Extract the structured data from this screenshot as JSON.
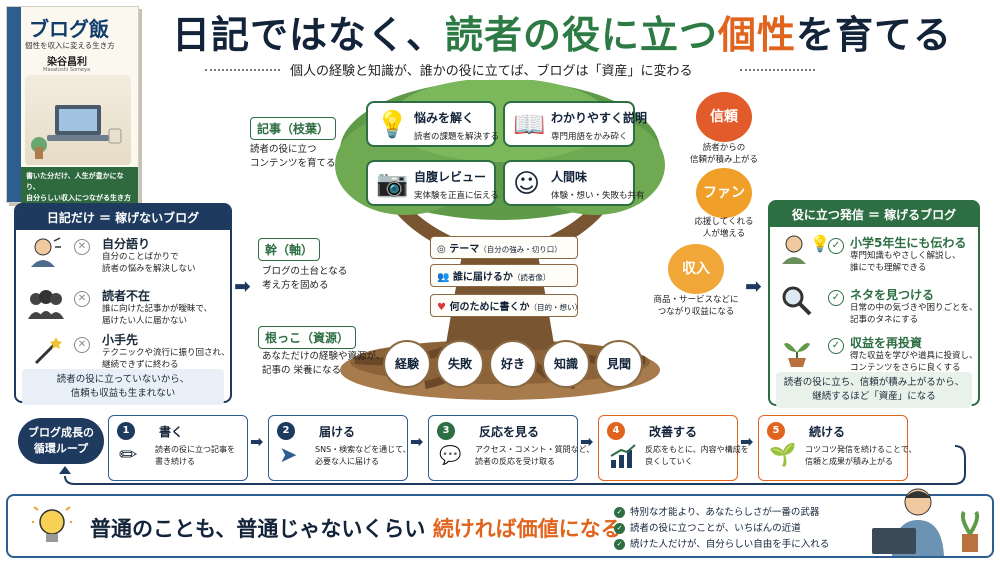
{
  "book": {
    "title": "ブログ飯",
    "subtitle": "個性を収入に変える生き方",
    "author": "染谷昌利",
    "author_roman": "Masatoshi Someya",
    "band_line1": "書いた分だけ、人生が豊かになり、",
    "band_line2": "自分らしい収入につながる生き方へ。"
  },
  "header": {
    "title_part1": "日記ではなく、",
    "title_part2": "読者の役に立つ",
    "title_part3": "個性",
    "title_part4": "を育てる",
    "subtitle": "個人の経験と知識が、誰かの役に立てば、ブログは「資産」に変わる"
  },
  "left_panel": {
    "heading": "日記だけ ＝ 稼げないブログ",
    "items": [
      {
        "title": "自分語り",
        "desc1": "自分のことばかりで",
        "desc2": "読者の悩みを解決しない"
      },
      {
        "title": "読者不在",
        "desc1": "誰に向けた記事かが曖昧で、",
        "desc2": "届けたい人に届かない"
      },
      {
        "title": "小手先",
        "desc1": "テクニックや流行に振り回され、",
        "desc2": "継続できずに終わる"
      }
    ],
    "footer1": "読者の役に立っていないから、",
    "footer2": "信頼も収益も生まれない"
  },
  "tree": {
    "branch_label": "記事（枝葉）",
    "branch_desc1": "読者の役に立つ",
    "branch_desc2": "コンテンツを育てる",
    "trunk_label": "幹（軸）",
    "trunk_desc1": "ブログの土台となる",
    "trunk_desc2": "考え方を固める",
    "root_label": "根っこ（資源）",
    "root_desc1": "あなただけの経験や資源が、",
    "root_desc2": "記事の 栄養になる",
    "leaves": [
      {
        "title": "悩みを解く",
        "desc": "読者の課題を解決する",
        "icon": "lightbulb-icon"
      },
      {
        "title": "わかりやすく説明",
        "desc": "専門用語をかみ砕く",
        "icon": "book-icon"
      },
      {
        "title": "自腹レビュー",
        "desc": "実体験を正直に伝える",
        "icon": "camera-icon"
      },
      {
        "title": "人間味",
        "desc": "体験・想い・失敗も共有",
        "icon": "smile-icon"
      }
    ],
    "trunk_rows": [
      {
        "main": "テーマ",
        "note": "（自分の強み・切り口）"
      },
      {
        "main": "誰に届けるか",
        "note": "（読者像）"
      },
      {
        "main": "何のために書くか",
        "note": "（目的・想い）"
      }
    ],
    "roots": [
      "経験",
      "失敗",
      "好き",
      "知識",
      "見聞"
    ]
  },
  "fruits": [
    {
      "label": "信頼",
      "desc1": "読者からの",
      "desc2": "信頼が積み上がる"
    },
    {
      "label": "ファン",
      "desc1": "応援してくれる",
      "desc2": "人が増える"
    },
    {
      "label": "収入",
      "desc1": "商品・サービスなどに",
      "desc2": "つながり収益になる"
    }
  ],
  "right_panel": {
    "heading": "役に立つ発信 ＝ 稼げるブログ",
    "items": [
      {
        "title": "小学5年生にも伝わる",
        "desc1": "専門知識もやさしく解説し、",
        "desc2": "誰にでも理解できる"
      },
      {
        "title": "ネタを見つける",
        "desc1": "日常の中の気づきや困りごとを、",
        "desc2": "記事のタネにする"
      },
      {
        "title": "収益を再投資",
        "desc1": "得た収益を学びや道具に投資し、",
        "desc2": "コンテンツをさらに良くする"
      }
    ],
    "footer1": "読者の役に立ち、信頼が積み上がるから、",
    "footer2": "継続するほど「資産」になる"
  },
  "loop": {
    "label1": "ブログ成長の",
    "label2": "循環ループ",
    "steps": [
      {
        "num": "1",
        "title": "書く",
        "desc1": "読者の役に立つ記事を",
        "desc2": "書き続ける"
      },
      {
        "num": "2",
        "title": "届ける",
        "desc1": "SNS・検索などを通じて、",
        "desc2": "必要な人に届ける"
      },
      {
        "num": "3",
        "title": "反応を見る",
        "desc1": "アクセス・コメント・質問など、",
        "desc2": "読者の反応を受け取る"
      },
      {
        "num": "4",
        "title": "改善する",
        "desc1": "反応をもとに、内容や構成を",
        "desc2": "良くしていく"
      },
      {
        "num": "5",
        "title": "続ける",
        "desc1": "コツコツ発信を続けることで、",
        "desc2": "信頼と成果が積み上がる"
      }
    ]
  },
  "bottom": {
    "msg_part1": "普通のことも、普通じゃないくらい ",
    "msg_part2": "続ければ価値になる",
    "bullets": [
      "特別な才能より、あなたらしさが一番の武器",
      "読者の役に立つことが、いちばんの近道",
      "続けた人だけが、自分らしい自由を手に入れる"
    ]
  },
  "colors": {
    "navy": "#1e3a5f",
    "green": "#2d6e43",
    "orange": "#e0631e",
    "brown": "#8a6a43"
  }
}
